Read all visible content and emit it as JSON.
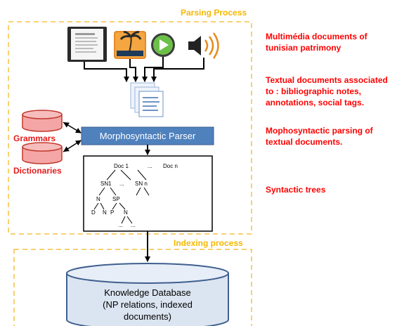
{
  "sections": {
    "parsing_title": "Parsing Process",
    "indexing_title": "Indexing process"
  },
  "annotations": {
    "multimedia": [
      "Multimédia documents of",
      "tunisian patrimony"
    ],
    "textual": [
      "Textual documents associated",
      "to : bibliographic notes,",
      "annotations, social tags."
    ],
    "parsing": [
      "Mophosyntactic parsing of",
      "textual documents."
    ],
    "trees": [
      "Syntactic trees"
    ]
  },
  "resources": {
    "grammars": "Grammars",
    "dictionaries": "Dictionaries"
  },
  "parser": {
    "label": "Morphosyntactic Parser"
  },
  "tree": {
    "doc1": "Doc 1",
    "ellipsis_top": "...",
    "docn": "Doc n",
    "sn1": "SN1",
    "ellipsis_mid": "...",
    "snn": "SN n",
    "n": "N",
    "sp": "SP",
    "d": "D",
    "n2": "N",
    "p": "P",
    "n3": "N",
    "leaf1": "...",
    "leaf2": "..."
  },
  "database": {
    "lines": [
      "Knowledge Database",
      "(NP relations, indexed",
      "documents)"
    ]
  },
  "media_icons": [
    "book-icon",
    "photo-icon",
    "play-icon",
    "speaker-icon"
  ],
  "colors": {
    "dashed_border": "#f5c242",
    "section_label": "#f5b800",
    "annotation": "#ff0000",
    "parser_fill": "#4f81bd",
    "cylinder_fill": "#f4a6a6",
    "cylinder_stroke": "#c0392b",
    "db_fill": "#dbe5f1",
    "db_stroke": "#3f5f8f"
  }
}
